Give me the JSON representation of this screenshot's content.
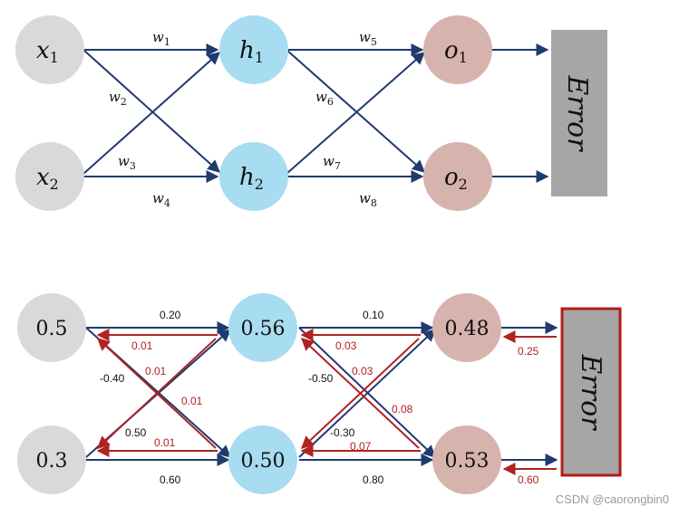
{
  "top": {
    "nodes": [
      {
        "id": "x1",
        "base": "x",
        "sub": "1",
        "color": "#d9d9d9"
      },
      {
        "id": "x2",
        "base": "x",
        "sub": "2",
        "color": "#d9d9d9"
      },
      {
        "id": "h1",
        "base": "h",
        "sub": "1",
        "color": "#a8dcf0"
      },
      {
        "id": "h2",
        "base": "h",
        "sub": "2",
        "color": "#a8dcf0"
      },
      {
        "id": "o1",
        "base": "o",
        "sub": "1",
        "color": "#d6b3ad"
      },
      {
        "id": "o2",
        "base": "o",
        "sub": "2",
        "color": "#d6b3ad"
      }
    ],
    "weights": [
      {
        "base": "w",
        "sub": "1"
      },
      {
        "base": "w",
        "sub": "2"
      },
      {
        "base": "w",
        "sub": "3"
      },
      {
        "base": "w",
        "sub": "4"
      },
      {
        "base": "w",
        "sub": "5"
      },
      {
        "base": "w",
        "sub": "6"
      },
      {
        "base": "w",
        "sub": "7"
      },
      {
        "base": "w",
        "sub": "8"
      }
    ],
    "error_label": "Error",
    "error_color": "#a6a6a6"
  },
  "bottom": {
    "nodes": [
      {
        "id": "x1",
        "value": "0.5",
        "color": "#d9d9d9"
      },
      {
        "id": "x2",
        "value": "0.3",
        "color": "#d9d9d9"
      },
      {
        "id": "h1",
        "value": "0.56",
        "color": "#a8dcf0"
      },
      {
        "id": "h2",
        "value": "0.50",
        "color": "#a8dcf0"
      },
      {
        "id": "o1",
        "value": "0.48",
        "color": "#d6b3ad"
      },
      {
        "id": "o2",
        "value": "0.53",
        "color": "#d6b3ad"
      }
    ],
    "forward_weights": [
      "0.20",
      "-0.40",
      "0.50",
      "0.60",
      "0.10",
      "-0.50",
      "-0.30",
      "0.80"
    ],
    "backward_grads": [
      "0.01",
      "0.01",
      "0.01",
      "0.01",
      "0.03",
      "0.03",
      "0.08",
      "0.07"
    ],
    "error_grads": [
      "0.25",
      "0.60"
    ],
    "error_label": "Error",
    "error_border_color": "#b01c1c",
    "error_fill_color": "#a6a6a6"
  },
  "colors": {
    "forward": "#1f3a6e",
    "backward": "#b22222"
  },
  "watermark": "CSDN @caorongbin0"
}
